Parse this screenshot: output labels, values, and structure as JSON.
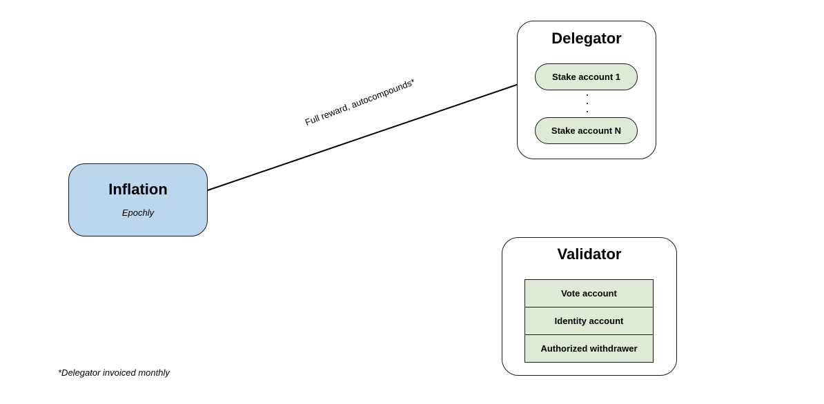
{
  "inflation": {
    "title": "Inflation",
    "subtitle": "Epochly"
  },
  "delegator": {
    "title": "Delegator",
    "accounts": [
      "Stake account 1",
      "Stake account N"
    ]
  },
  "validator": {
    "title": "Validator",
    "accounts": [
      "Vote account",
      "Identity account",
      "Authorized withdrawer"
    ]
  },
  "edge": {
    "label": "Full reward, autocompounds*"
  },
  "footnote": "*Delegator invoiced monthly"
}
